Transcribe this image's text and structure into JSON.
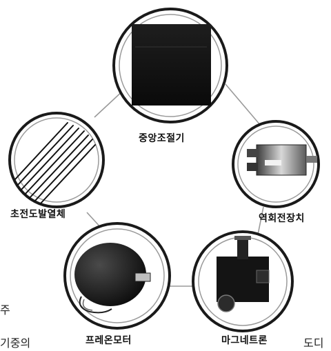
{
  "nodes": {
    "center": {
      "label": "중앙조절기",
      "icon": "control-panel-icon"
    },
    "right": {
      "label": "역회전장치",
      "icon": "reverse-rotation-device-icon"
    },
    "left": {
      "label": "초전도발열체",
      "icon": "superconducting-heater-icon"
    },
    "bottom_left": {
      "label": "프레온모터",
      "icon": "freon-motor-icon"
    },
    "bottom_right": {
      "label": "마그네트론",
      "icon": "magnetron-icon"
    }
  },
  "edge_text": {
    "left_top": "주",
    "left_bottom": "기중의",
    "right_bottom": "도디"
  },
  "colors": {
    "ring": "#1a1a1a",
    "connector": "#9a9a9a",
    "panel_dark": "#111111"
  }
}
